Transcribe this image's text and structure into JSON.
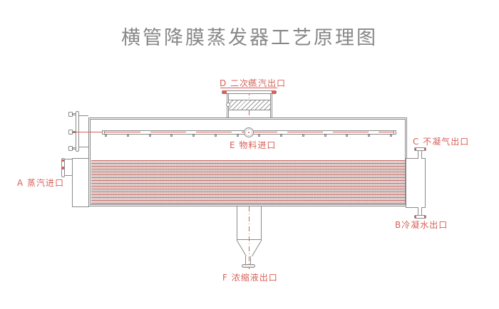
{
  "title": "横管降膜蒸发器工艺原理图",
  "colors": {
    "line": "#8a8a8a",
    "red": "#d95f58",
    "title": "#878787",
    "bundle_red": "#c2665f",
    "bundle_gray": "#a79b9b",
    "bundle_bg": "#f4e5e4"
  },
  "labels": {
    "steam_inlet": "A 蒸汽进口",
    "condensate_outlet": "B冷凝水出口",
    "noncondensable_outlet": "C 不凝气出口",
    "secondary_steam_outlet": "D 二次蒸汽出口",
    "feed_inlet": "E 物料进口",
    "concentrate_outlet": "F 浓缩液出口"
  },
  "spray": {
    "nozzle_count": 14
  }
}
